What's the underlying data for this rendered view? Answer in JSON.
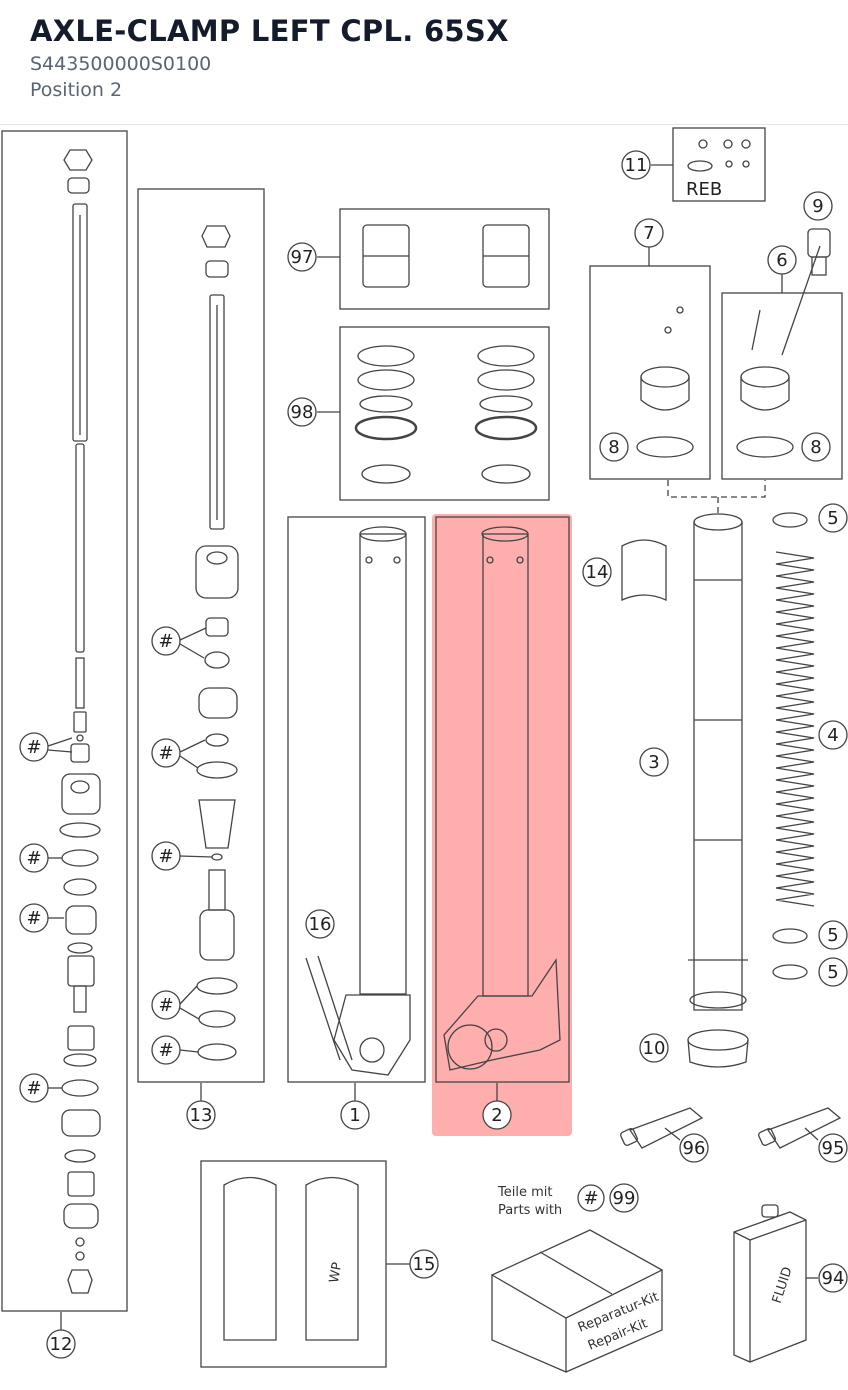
{
  "header": {
    "title": "AXLE-CLAMP LEFT CPL. 65SX",
    "part_number": "S443500000S0100",
    "position": "Position 2"
  },
  "diagram": {
    "highlight_color": "#ff6b6b",
    "callouts": {
      "c1": "1",
      "c2": "2",
      "c3": "3",
      "c4": "4",
      "c5a": "5",
      "c5b": "5",
      "c5c": "5",
      "c6": "6",
      "c7": "7",
      "c8a": "8",
      "c8b": "8",
      "c9": "9",
      "c10": "10",
      "c11": "11",
      "c12": "12",
      "c13": "13",
      "c14": "14",
      "c15": "15",
      "c16": "16",
      "c94": "94",
      "c95": "95",
      "c96": "96",
      "c97": "97",
      "c98": "98",
      "c99": "99",
      "hash": "#"
    },
    "reb_label": "REB",
    "kit_note_de": "Teile mit",
    "kit_note_en": "Parts with",
    "box_text_de": "Reparatur-Kit",
    "box_text_en": "Repair-Kit",
    "can_text": "FLUID",
    "sleeve_brand": "WP"
  }
}
